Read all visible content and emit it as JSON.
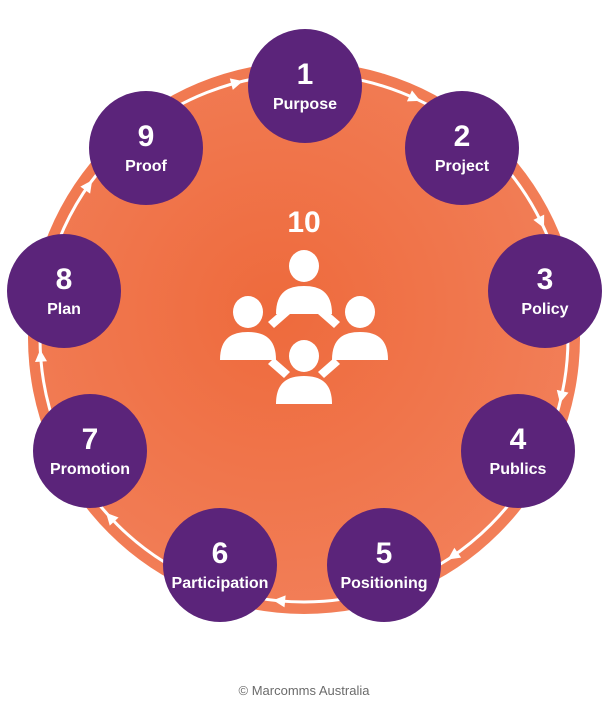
{
  "diagram": {
    "center": {
      "number": "10",
      "icon": "team-people-icon"
    },
    "steps": [
      {
        "number": "1",
        "label": "Purpose"
      },
      {
        "number": "2",
        "label": "Project"
      },
      {
        "number": "3",
        "label": "Policy"
      },
      {
        "number": "4",
        "label": "Publics"
      },
      {
        "number": "5",
        "label": "Positioning"
      },
      {
        "number": "6",
        "label": "Participation"
      },
      {
        "number": "7",
        "label": "Promotion"
      },
      {
        "number": "8",
        "label": "Plan"
      },
      {
        "number": "9",
        "label": "Proof"
      }
    ],
    "colors": {
      "ring": "#ee6b3f",
      "ring_light": "#f28a60",
      "step": "#5b247a",
      "arrow": "#ffffff"
    }
  },
  "footer": {
    "copyright": "© Marcomms Australia"
  }
}
